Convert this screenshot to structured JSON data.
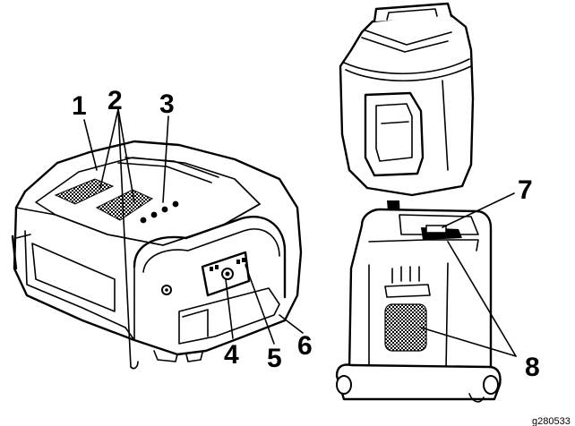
{
  "callouts": {
    "c1": "1",
    "c2": "2",
    "c3": "3",
    "c4": "4",
    "c5": "5",
    "c6": "6",
    "c7": "7",
    "c8": "8"
  },
  "figure_id": "g280533",
  "colors": {
    "line": "#000000",
    "background": "#ffffff"
  }
}
